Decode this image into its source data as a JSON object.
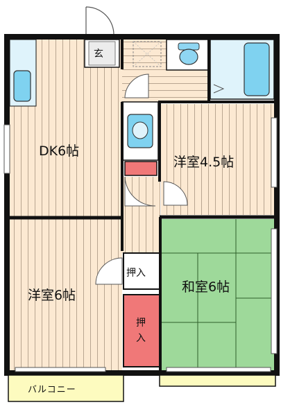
{
  "rooms": {
    "dk": "DK6帖",
    "western_a": "洋室4.5帖",
    "western_b": "洋室6帖",
    "japanese": "和室6帖"
  },
  "closets": {
    "upper": "押入",
    "lower_top": "押",
    "lower_bottom": "入"
  },
  "entrance": "玄",
  "balcony": "バルコニー",
  "colors": {
    "wall": "#111111",
    "wood_floor": "#fce9d2",
    "wood_line": "#b8a590",
    "tatami": "#9ed99a",
    "water": "#7fd2f0",
    "closet_red": "#f07878",
    "balcony": "#fdfbbf"
  }
}
